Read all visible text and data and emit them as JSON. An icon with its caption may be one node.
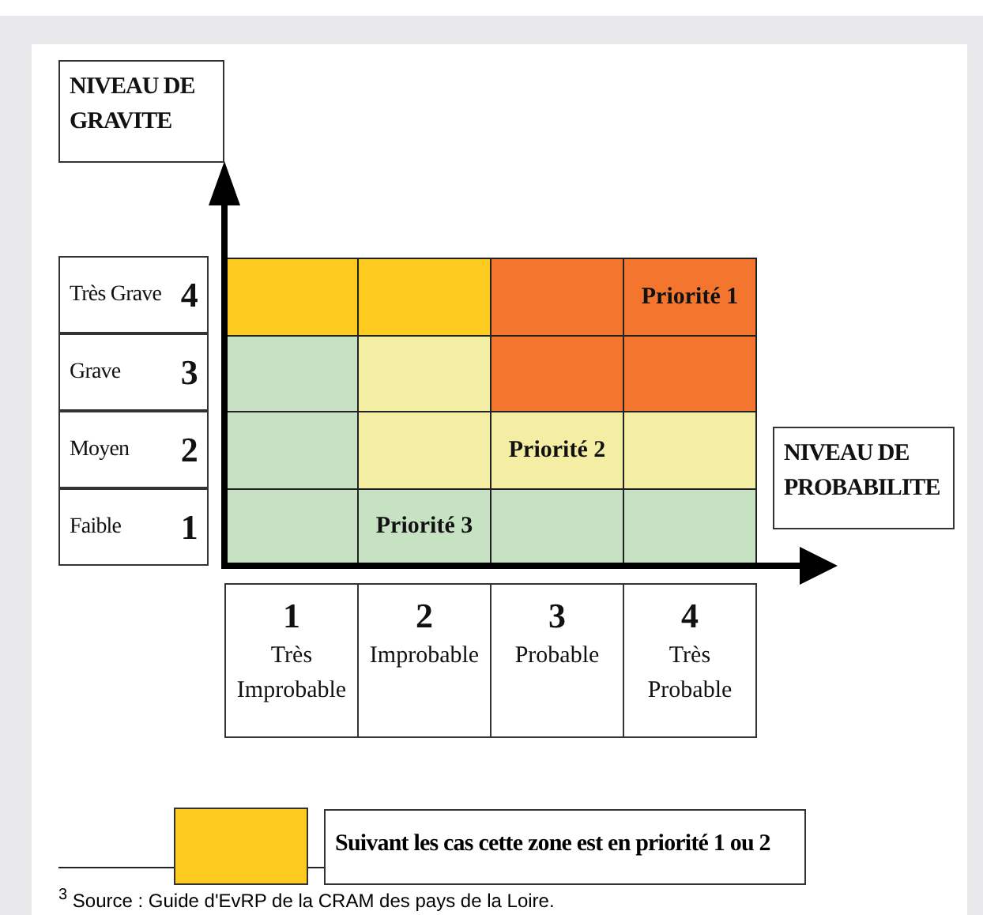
{
  "diagram": {
    "nodes": [
      {
        "text": [
          "NIVEAU DE GRAVITE"
        ]
      },
      {
        "text": [
          "Très Grave",
          "4"
        ]
      },
      {
        "text": [
          "Grave",
          "3"
        ]
      },
      {
        "text": [
          "Moyen",
          "2"
        ]
      },
      {
        "text": [
          "Faible",
          "1"
        ]
      },
      {
        "text": [],
        "shape": "box"
      },
      {
        "text": [],
        "shape": "box"
      },
      {
        "text": [],
        "shape": "box"
      },
      {
        "text": [
          "Priorité 1"
        ]
      },
      {
        "text": [],
        "shape": "box"
      },
      {
        "text": [],
        "shape": "box"
      },
      {
        "text": [],
        "shape": "box"
      },
      {
        "text": [],
        "shape": "box"
      },
      {
        "text": [],
        "shape": "box"
      },
      {
        "text": [],
        "shape": "box"
      },
      {
        "text": [
          "Priorité 2"
        ]
      },
      {
        "text": [],
        "shape": "box"
      },
      {
        "text": [],
        "shape": "box"
      },
      {
        "text": [
          "Priorité 3"
        ]
      },
      {
        "text": [],
        "shape": "box"
      },
      {
        "text": [],
        "shape": "box"
      },
      {
        "text": [
          "NIVEAU DE PROBABILITE"
        ]
      },
      {
        "text": [
          "1",
          "Très Improbable"
        ]
      },
      {
        "text": [
          "2",
          "Improbable"
        ]
      },
      {
        "text": [
          "3",
          "Probable"
        ]
      },
      {
        "text": [
          "4",
          "Très Probable"
        ]
      }
    ],
    "edges": [],
    "labels": [
      "$^{3}$ Source : Guide d'EvRP de la CRAM des pays de la Loire."
    ],
    "legend": [
      {
        "text": "Suivant les cas cette zone est en priorité 1 ou 2",
        "color": "#fdca1f"
      }
    ]
  }
}
